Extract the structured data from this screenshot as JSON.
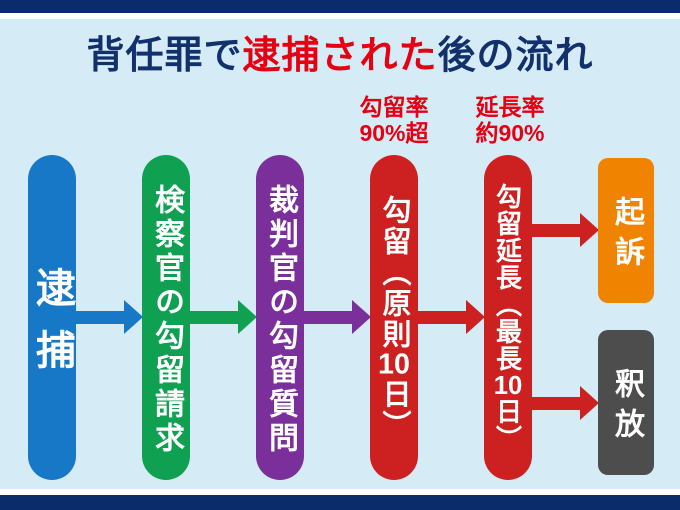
{
  "title": {
    "part1": "背任罪で",
    "part2": "逮捕された",
    "part3": "後の流れ"
  },
  "annotations": [
    {
      "line1": "勾留率",
      "line2": "90%超"
    },
    {
      "line1": "延長率",
      "line2": "約90%"
    }
  ],
  "flow": {
    "steps": [
      {
        "label": "逮捕",
        "color": "#1878c8"
      },
      {
        "label": "検察官の勾留請求",
        "color": "#0fa052"
      },
      {
        "label": "裁判官の勾留質問",
        "color": "#7b2f9b"
      },
      {
        "label_pre": "勾留（原則",
        "label_num": "10",
        "label_post": "日）",
        "color": "#cd2020"
      },
      {
        "label_pre": "勾留延長（最長",
        "label_num": "10",
        "label_post": "日）",
        "color": "#cd2020"
      }
    ],
    "outcomes": [
      {
        "label": "起訴",
        "color": "#f08300"
      },
      {
        "label": "釈放",
        "color": "#4d4d4d"
      }
    ]
  },
  "colors": {
    "background": "#d5ebf6",
    "border_navy": "#0b2c6b",
    "title_text": "#12306b",
    "accent_red": "#e50012"
  }
}
